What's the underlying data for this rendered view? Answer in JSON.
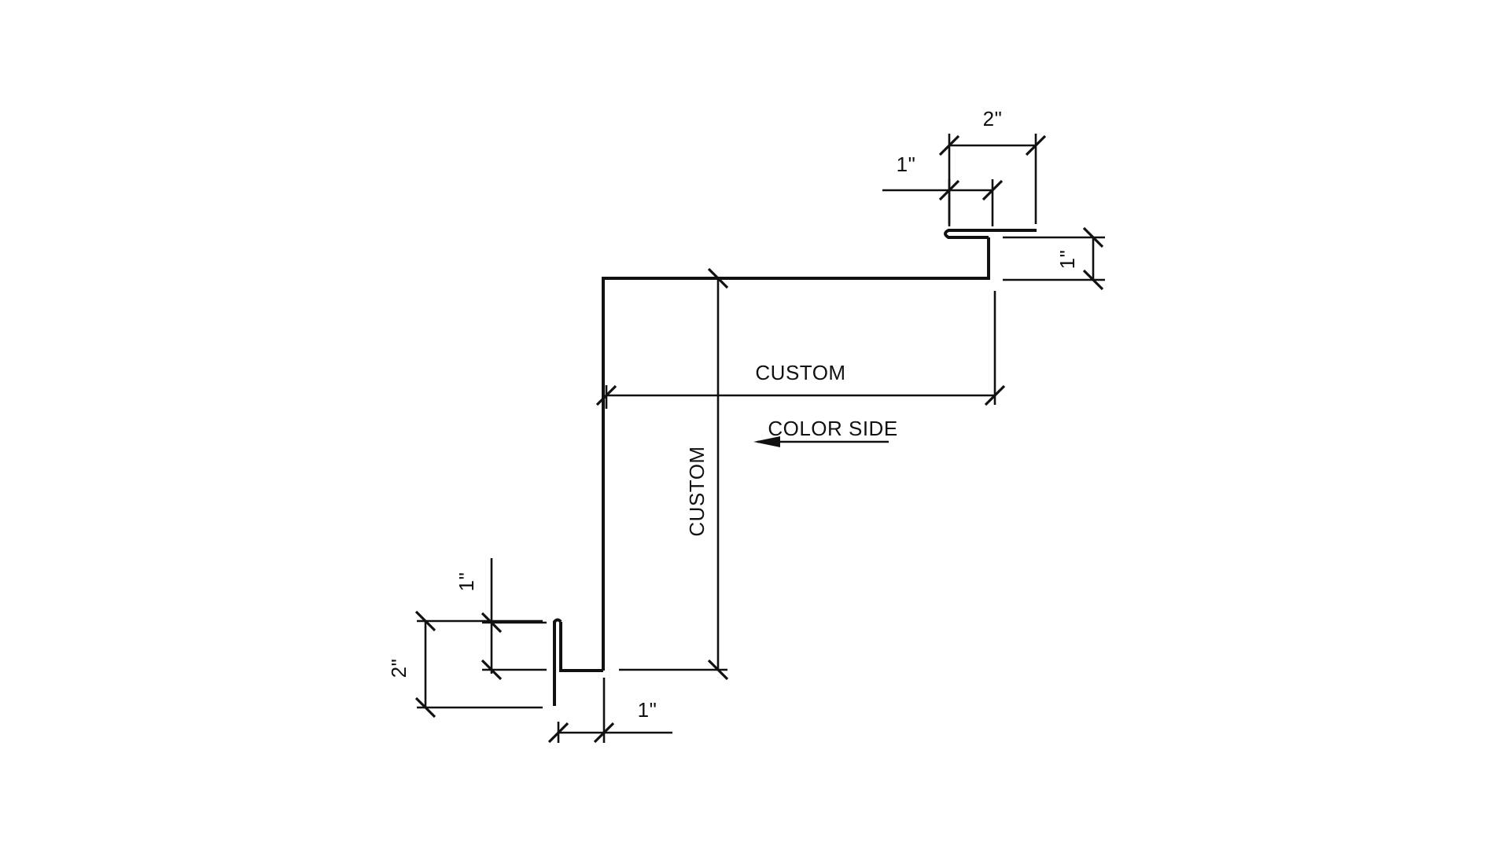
{
  "drawing": {
    "labels": {
      "top_width": "2\"",
      "top_hem": "1\"",
      "top_drop": "1\"",
      "horizontal_run": "CUSTOM",
      "vertical_run": "CUSTOM",
      "color_side": "COLOR SIDE",
      "bottom_hem": "1\"",
      "bottom_leg": "2\"",
      "bottom_offset": "1\""
    },
    "colors": {
      "ink": "#111111",
      "background": "#ffffff"
    },
    "icons": {
      "color_side_arrow": "arrow-left-icon"
    }
  }
}
